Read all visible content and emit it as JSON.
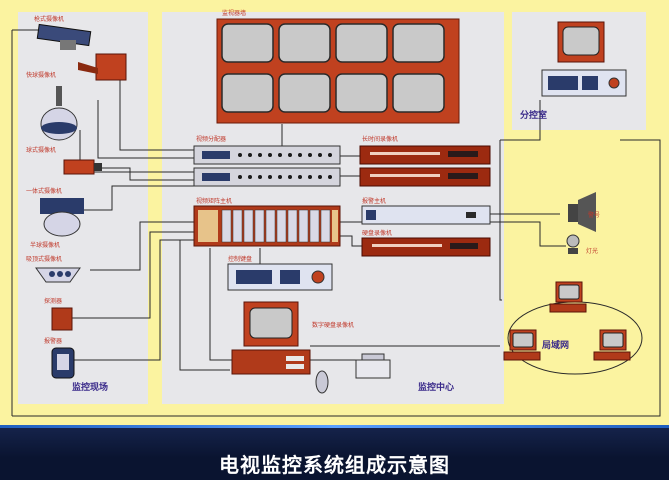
{
  "diagram": {
    "title": "电视监控系统组成示意图",
    "zones": {
      "field": "监控现场",
      "center": "监控中心",
      "branch": "分控室",
      "lan": "局域网"
    },
    "labels": {
      "cam1": "枪式摄像机",
      "cam2": "快球摄像机",
      "cam3": "球式摄像机",
      "cam4": "一体式摄像机",
      "cam5": "半球摄像机",
      "cam6": "吸顶式摄像机",
      "cam7": "探测器",
      "cam8": "报警器",
      "monitor_wall": "监视器墙",
      "video_distributor": "视频分配器",
      "matrix_host": "视频矩阵主机",
      "vcr1": "长时间录像机",
      "vcr2": "硬盘录像机",
      "amplifier": "报警主机",
      "control_kb": "控制键盘",
      "workstation": "数字硬盘录像机",
      "alarm_siren": "警号",
      "light": "灯光"
    }
  }
}
